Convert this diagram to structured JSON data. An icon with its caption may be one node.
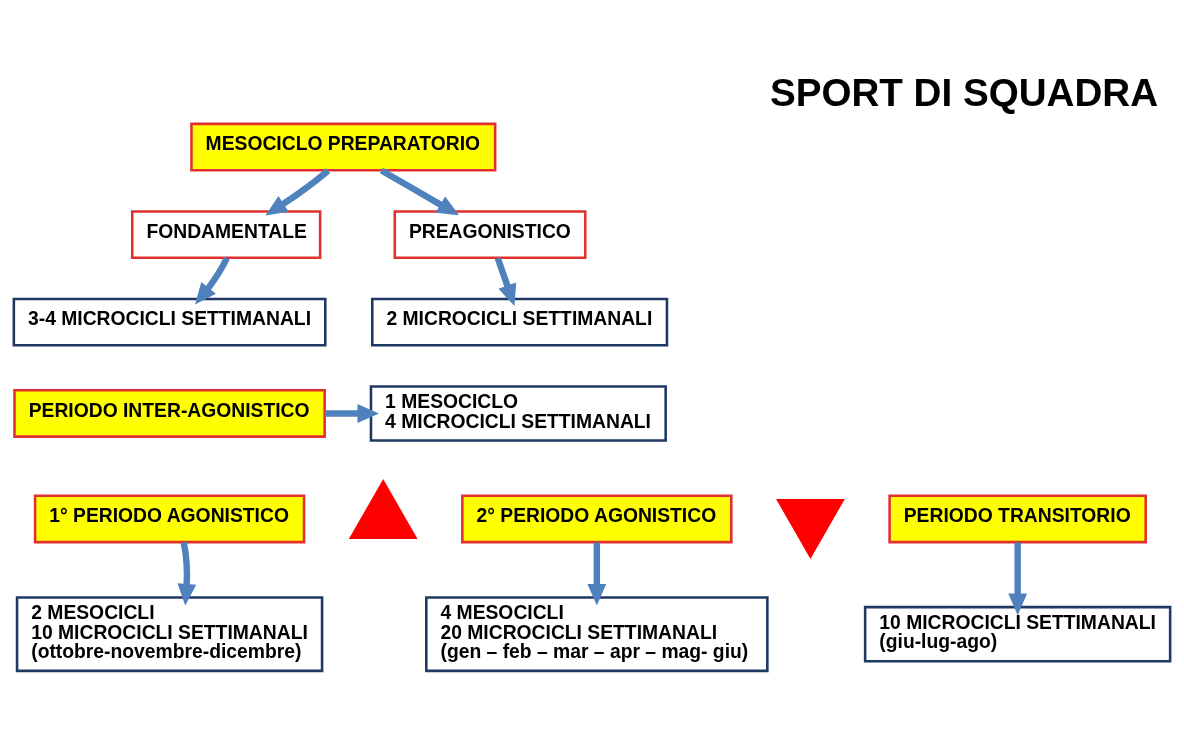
{
  "diagram": {
    "title": "SPORT DI SQUADRA",
    "nodes": [
      {
        "text": [
          "MESOCICLO PREPARATORIO"
        ]
      },
      {
        "text": [
          "FONDAMENTALE"
        ]
      },
      {
        "text": [
          "PREAGONISTICO"
        ]
      },
      {
        "text": [
          "3-4 MICROCICLI SETTIMANALI"
        ]
      },
      {
        "text": [
          "2 MICROCICLI SETTIMANALI"
        ]
      },
      {
        "text": [
          "1 MESOCICLO",
          "4 MICROCICLI SETTIMANALI"
        ]
      },
      {
        "text": [
          "PERIODO INTER-AGONISTICO"
        ]
      },
      {
        "text": [
          "1° PERIODO AGONISTICO"
        ]
      },
      {
        "text": [],
        "shape": "triangle"
      },
      {
        "text": [
          "2° PERIODO AGONISTICO"
        ]
      },
      {
        "text": [],
        "shape": "triangle"
      },
      {
        "text": [
          "PERIODO TRANSITORIO"
        ]
      },
      {
        "text": [
          "2 MESOCICLI",
          "10 MICROCICLI SETTIMANALI",
          "(ottobre-novembre-dicembre)"
        ]
      },
      {
        "text": [
          "4 MESOCICLI",
          "20 MICROCICLI SETTIMANALI",
          "(gen – feb – mar – apr – mag- giu)"
        ]
      },
      {
        "text": [
          "10 MICROCICLI SETTIMANALI",
          "(giu-lug-ago)"
        ]
      }
    ],
    "edges": [
      {
        "from": 0,
        "to": 1,
        "arrow": "to"
      },
      {
        "from": 0,
        "to": 2,
        "arrow": "to"
      },
      {
        "from": 1,
        "to": 3,
        "arrow": "to"
      },
      {
        "from": 2,
        "to": 4,
        "arrow": "to"
      },
      {
        "from": 6,
        "to": 5,
        "arrow": "to"
      },
      {
        "from": 7,
        "to": 12,
        "arrow": "to"
      },
      {
        "from": 9,
        "to": 13,
        "arrow": "to"
      },
      {
        "from": 11,
        "to": 14,
        "arrow": "to"
      }
    ]
  }
}
